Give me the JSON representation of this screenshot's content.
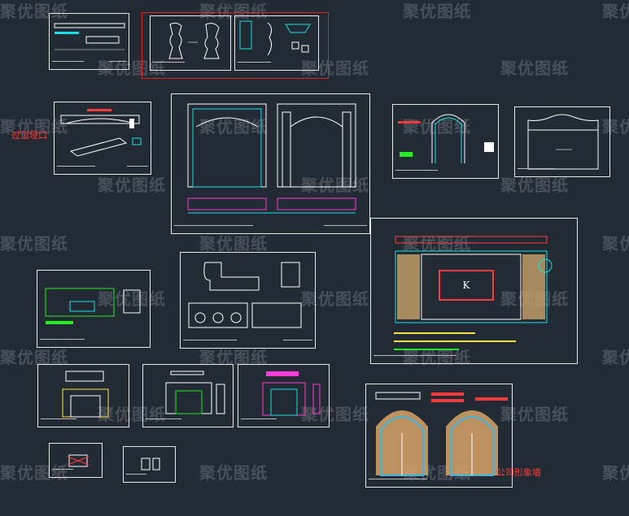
{
  "watermark": {
    "text": "聚优图纸"
  },
  "labels": {
    "doorway_label": "过道垭口",
    "wall_label": "公司形象墙"
  },
  "colors": {
    "background": "#222a33",
    "sheet_border": "#e8e8e8",
    "selection": "#e02424",
    "cyan": "#19e0e8",
    "red": "#ff3a3a",
    "magenta": "#ff3ad8",
    "green": "#22ee22",
    "yellow": "#ffe14a"
  }
}
